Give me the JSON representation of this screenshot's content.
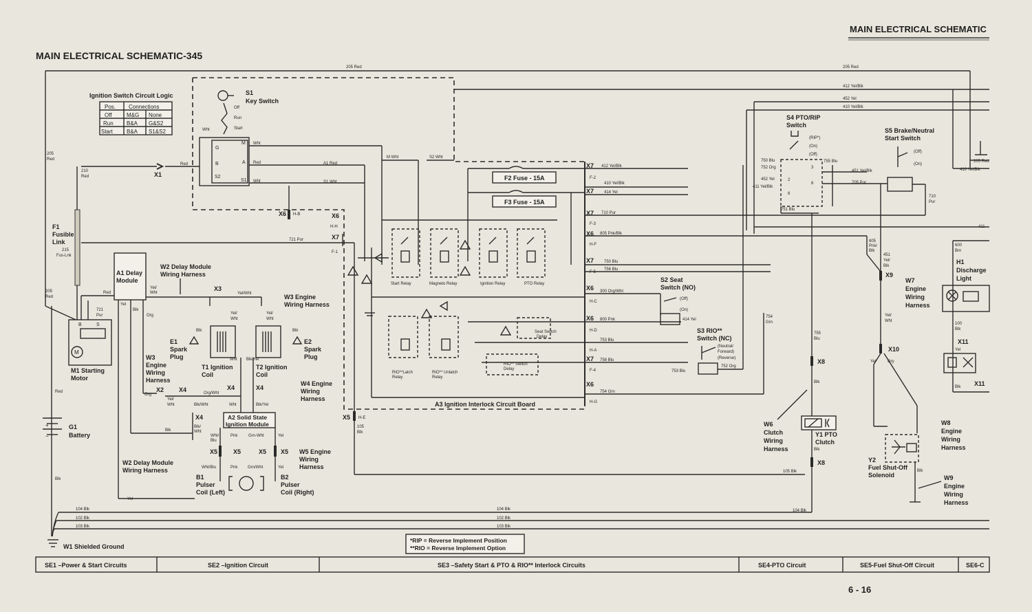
{
  "header": {
    "section_title": "MAIN ELECTRICAL SCHEMATIC",
    "page_title": "MAIN ELECTRICAL SCHEMATIC-345",
    "page_number": "6 - 16"
  },
  "logic_table": {
    "title": "Ignition Switch Circuit Logic",
    "headers": [
      "Pos.",
      "Connections"
    ],
    "rows": [
      [
        "Off",
        "M&G",
        "None"
      ],
      [
        "Run",
        "B&A",
        "G&S2"
      ],
      [
        "Start",
        "B&A",
        "S1&S2"
      ]
    ]
  },
  "components": {
    "s1": {
      "id": "S1",
      "name": "Key Switch",
      "pos_off": "Off",
      "pos_run": "Run",
      "pos_start": "Start"
    },
    "f1": {
      "id": "F1",
      "name1": "Fusible",
      "name2": "Link",
      "w1": "215",
      "w2": "Fus-Lnk"
    },
    "f2": "F2 Fuse - 15A",
    "f3": "F3 Fuse - 15A",
    "a1": {
      "line1": "A1 Delay",
      "line2": "Module"
    },
    "w2": {
      "line1": "W2 Delay Module",
      "line2": "Wiring Harness"
    },
    "w3": {
      "line1": "W3 Engine",
      "line2": "Wiring Harness"
    },
    "w3b": {
      "line1": "W3",
      "line2": "Engine",
      "line3": "Wiring",
      "line4": "Harness"
    },
    "e1": {
      "line1": "E1",
      "line2": "Spark",
      "line3": "Plug"
    },
    "e2": {
      "line1": "E2",
      "line2": "Spark",
      "line3": "Plug"
    },
    "t1": {
      "line1": "T1 Ignition",
      "line2": "Coil"
    },
    "t2": {
      "line1": "T2 Ignition",
      "line2": "Coil"
    },
    "w4": {
      "line1": "W4 Engine",
      "line2": "Wiring",
      "line3": "Harness"
    },
    "a2": {
      "line1": "A2 Solid State",
      "line2": "Ignition Module"
    },
    "w5": {
      "line1": "W5 Engine",
      "line2": "Wiring",
      "line3": "Harness"
    },
    "b1": {
      "line1": "B1",
      "line2": "Pulser",
      "line3": "Coil (Left)"
    },
    "b2": {
      "line1": "B2",
      "line2": "Pulser",
      "line3": "Coil (Right)"
    },
    "w2b": {
      "line1": "W2 Delay Module",
      "line2": "Wiring Harness"
    },
    "m1": {
      "line1": "M1 Starting",
      "line2": "Motor",
      "glyph": "M"
    },
    "g1": {
      "line1": "G1",
      "line2": "Battery"
    },
    "w1": "W1 Shielded Ground",
    "a3": "A3 Ignition Interlock Circuit Board",
    "relays": [
      "Start Relay",
      "Magneto Relay",
      "Ignition Relay",
      "PTO Relay"
    ],
    "rio_latch": {
      "line1": "RIO**Latch",
      "line2": "Relay"
    },
    "rio_unlatch": {
      "line1": "RIO** Unlatch",
      "line2": "Relay"
    },
    "seat_delay": {
      "line1": "Seat Switch",
      "line2": "Delay"
    },
    "rio_delay": {
      "line1": "RIO** Switch",
      "line2": "Delay"
    },
    "s2": {
      "line1": "S2 Seat",
      "line2": "Switch (NO)",
      "off": "(Off)",
      "on": "(On)"
    },
    "s3": {
      "line1": "S3 RIO**",
      "line2": "Switch (NC)",
      "n1": "(Neutral/",
      "n2": "Forward)",
      "n3": "(Reverse)"
    },
    "s4": {
      "line1": "S4 PTO/RIP",
      "line2": "Switch",
      "rip": "(RIP*)",
      "on": "(On)",
      "off": "(Off)"
    },
    "s5": {
      "line1": "S5 Brake/Neutral",
      "line2": "Start Switch",
      "off": "(Off)",
      "on": "(On)"
    },
    "w7": {
      "line1": "W7",
      "line2": "Engine",
      "line3": "Wiring",
      "line4": "Harness"
    },
    "h1": {
      "line1": "H1",
      "line2": "Discharge",
      "line3": "Light"
    },
    "w6": {
      "line1": "W6",
      "line2": "Clutch",
      "line3": "Wiring",
      "line4": "Harness"
    },
    "y1": {
      "line1": "Y1 PTO",
      "line2": "Clutch"
    },
    "y2": {
      "line1": "Y2",
      "line2": "Fuel Shut-Off",
      "line3": "Solenoid"
    },
    "w8": {
      "line1": "W8",
      "line2": "Engine",
      "line3": "Wiring",
      "line4": "Harness"
    },
    "w9": {
      "line1": "W9",
      "line2": "Engine",
      "line3": "Wiring",
      "line4": "Harness"
    }
  },
  "connectors": {
    "x1": "X1",
    "x2": "X2",
    "x3": "X3",
    "x4": "X4",
    "x5": "X5",
    "x6": "X6",
    "x7": "X7",
    "x8": "X8",
    "x9": "X9",
    "x10": "X10",
    "x11": "X11",
    "hb": "H-B",
    "hh": "H-H",
    "f1": "F-1",
    "he": "H-E",
    "f2": "F-2",
    "f3": "F-3",
    "f5": "F-5",
    "hf": "H-F",
    "hc": "H-C",
    "hd": "H-D",
    "ha": "H-A",
    "f4": "F-4",
    "hg": "H-G"
  },
  "wires": {
    "w205a": "205 Red",
    "w205b": "205 Red",
    "w412": "412 Yel/Blk",
    "w452": "452 Yel",
    "w410": "410 Yel/Blk",
    "w205_left1": "205",
    "w205_left2": "Red",
    "w210a": "210",
    "w210b": "Red",
    "red": "Red",
    "a1red": "A1 Red",
    "mwht": "M Wht",
    "s2wht": "S2 Wht",
    "s1wht": "S1 Wht",
    "wht": "Wht",
    "w412b": "412 Yel/Blk",
    "w410b": "410 Yel/Blk",
    "w414": "414 Yel",
    "w710": "710 Pur",
    "w805": "805 Pnk/Blk",
    "w721": "721 Pur",
    "w750": "750 Blu",
    "w756": "756 Blu",
    "w300": "300 Org/Wht",
    "w800": "800 Pnk",
    "w753": "753 Blu",
    "w758": "758 Blu",
    "w754": "754 Grn",
    "w205c1": "205",
    "w205c2": "Red",
    "w721b1": "721",
    "w721b2": "Pur",
    "yelwht1": "Yel/",
    "yelwht2": "Wht",
    "yelwhtb": "Yel/Wht",
    "yel": "Yel",
    "blk": "Blk",
    "org": "Org",
    "orgwht": "Org/Wht",
    "blkwht": "Blk/Wht",
    "blkyel": "Blk/Yel",
    "wht2": "Wht",
    "pnk": "Pnk",
    "gmwht": "Grn-Wht",
    "whtblu": "Wht/Blu",
    "gmwht2": "Grn/Wht",
    "w104a": "104 Blk",
    "w104b": "104 Blk",
    "w104c": "104 Blk",
    "w102a": "102 Blk",
    "w102b": "102 Blk",
    "w103a": "103 Blk",
    "w103b": "103 Blk",
    "w105": "105 Blk",
    "w105b1": "105",
    "w105b2": "Blk",
    "s4_750": "750 Blu",
    "s4_752": "752 Org",
    "s4_755": "755 Blu",
    "s4_452": "452 Yel",
    "s4_411": "411 Yel/Blk",
    "s4_751": "751 Blu",
    "w451": "451 Yel/Blk",
    "w705": "705 Pur",
    "w710b1": "710",
    "w710b2": "Pur",
    "w411": "411",
    "w805b1": "805",
    "w805b2": "Pnk/",
    "w805b3": "Blk",
    "w451b1": "451",
    "w451b2": "Yel/",
    "w451b3": "Blk",
    "w600a": "600",
    "w600b": "Brn",
    "w100a": "100",
    "w100b": "Blk",
    "w754b1": "754",
    "w754b2": "Grn",
    "w755a": "755",
    "w755b": "Blu",
    "w753b": "753 Blu",
    "w752": "752 Org",
    "w414b": "414 Yel",
    "gry": "Gry",
    "yelwhtw7a": "Yel/",
    "yelwhtw7b": "Wht"
  },
  "footnote": {
    "line1": "*RIP = Reverse Implement Position",
    "line2": "**RIO = Reverse Implement Option"
  },
  "bottom_bar": [
    "SE1 –Power & Start Circuits",
    "SE2 –Ignition Circuit",
    "SE3 –Safety Start & PTO & RIO** Interlock Circuits",
    "SE4-PTO Circuit",
    "SE5-Fuel Shut-Off Circuit",
    "SE6-C"
  ]
}
